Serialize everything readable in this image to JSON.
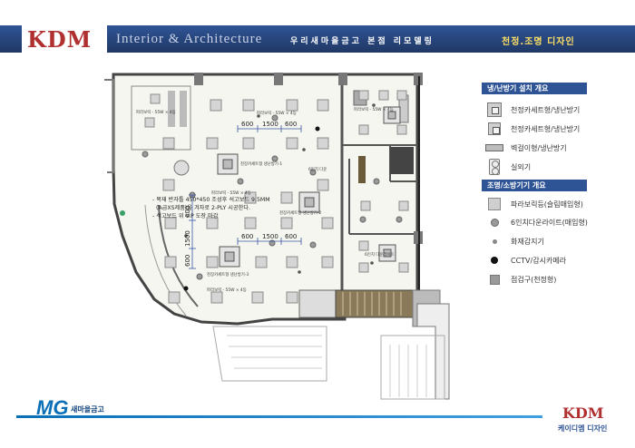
{
  "header": {
    "logo": "KDM",
    "subtitle": "Interior & Architecture",
    "project": "우리새마을금고 본점 리모델링",
    "section": "천정.조명 디자인"
  },
  "legend_hvac": {
    "title": "냉/난방기 설치 개요",
    "items": [
      {
        "icon": "ceiling-cassette-4way-icon",
        "label": "천정카세트형/냉난방기"
      },
      {
        "icon": "ceiling-cassette-icon",
        "label": "천정카세트형/냉난방기"
      },
      {
        "icon": "wall-mounted-unit-icon",
        "label": "벽걸이형/냉난방기"
      },
      {
        "icon": "outdoor-unit-icon",
        "label": "실외기"
      }
    ]
  },
  "legend_lighting": {
    "title": "조명/소방기기 개요",
    "items": [
      {
        "icon": "panel-light-icon",
        "label": "파라보릭등(슬림매입형)"
      },
      {
        "icon": "downlight-icon",
        "label": "6인치다운라이트(매입형)"
      },
      {
        "icon": "fire-detector-icon",
        "label": "화재감지기"
      },
      {
        "icon": "cctv-icon",
        "label": "CCTV/감시카메라"
      },
      {
        "icon": "inspection-hatch-icon",
        "label": "점검구(천정형)"
      }
    ]
  },
  "plan": {
    "dims_top": [
      "600",
      "1500",
      "600"
    ],
    "dims_bottom": [
      "600",
      "1500",
      "600"
    ],
    "dims_vertical": [
      "600",
      "1500",
      "600"
    ],
    "notes": [
      "- 목재 반자틀 450*450 조성후 석고보드 9.5MM",
      "(A급XS제품)을 겨자로 2-PLY 시공한다.",
      "- 석고보드 위 V.P 도장 마감"
    ],
    "labels": {
      "top_left": "파라보릭 - 55W × 4등",
      "center_top": "파라보릭 - 55W × 4등",
      "ac_1": "천장카세트형 냉난방기-1",
      "ac_2": "천장카세트형 냉난방기-2",
      "ac_3": "천장카세트형 냉난방기-3",
      "mid_left": "파라보릭 - 55W × 4등",
      "bottom": "파라보릭 - 55W × 4등",
      "right_top": "파라보릭 - 55W × 4등",
      "right_mid": "6인치 다운",
      "right_low": "6인치 다운라이트"
    }
  },
  "footer": {
    "brand": "MG",
    "brand_sub": "새마을금고",
    "logo": "KDM",
    "company": "케이디엠 디자인"
  }
}
